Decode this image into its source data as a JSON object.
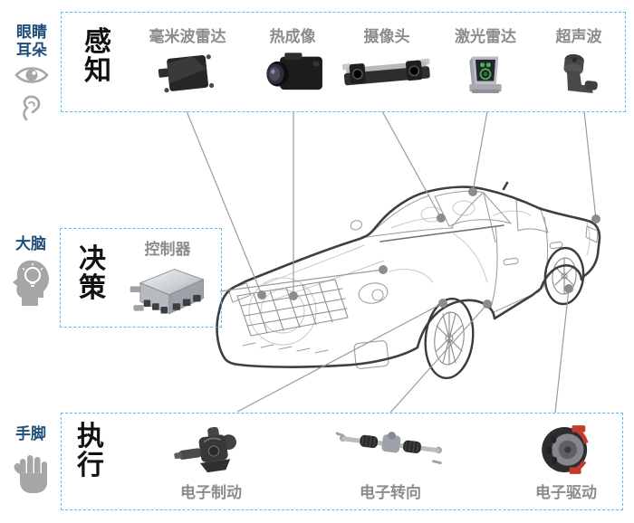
{
  "roles": {
    "senses": {
      "label": "眼睛耳朵",
      "icons": [
        "eye-icon",
        "ear-icon"
      ]
    },
    "brain": {
      "label": "大脑",
      "icons": [
        "head-bulb-icon"
      ]
    },
    "limbs": {
      "label": "手脚",
      "icons": [
        "hand-icon"
      ]
    }
  },
  "stages": {
    "perception": {
      "label": "感知",
      "items": [
        "毫米波雷达",
        "热成像",
        "摄像头",
        "激光雷达",
        "超声波"
      ]
    },
    "decision": {
      "label": "决策",
      "items": [
        "控制器"
      ]
    },
    "execution": {
      "label": "执行",
      "items": [
        "电子制动",
        "电子转向",
        "电子驱动"
      ]
    }
  },
  "colors": {
    "accent_blue": "#1F4E79",
    "box_border": "#4FC1F5",
    "item_label_gray": "#8C8C8C",
    "stage_text": "#111111",
    "icon_gray": "#A6A6A6",
    "line_gray": "#9B9B9B",
    "dot_gray": "#8C8C8C",
    "lidar_green": "#49B84C",
    "caliper_red": "#C23B2E"
  }
}
